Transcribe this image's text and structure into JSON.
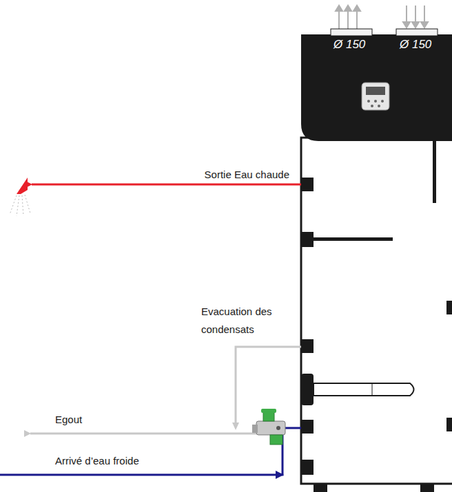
{
  "diagram": {
    "labels": [
      "Ø 150",
      "Ø 150",
      "Sortie Eau chaude",
      "Evacuation des condensats",
      "Egout",
      "Arrivé d’eau froide"
    ]
  }
}
